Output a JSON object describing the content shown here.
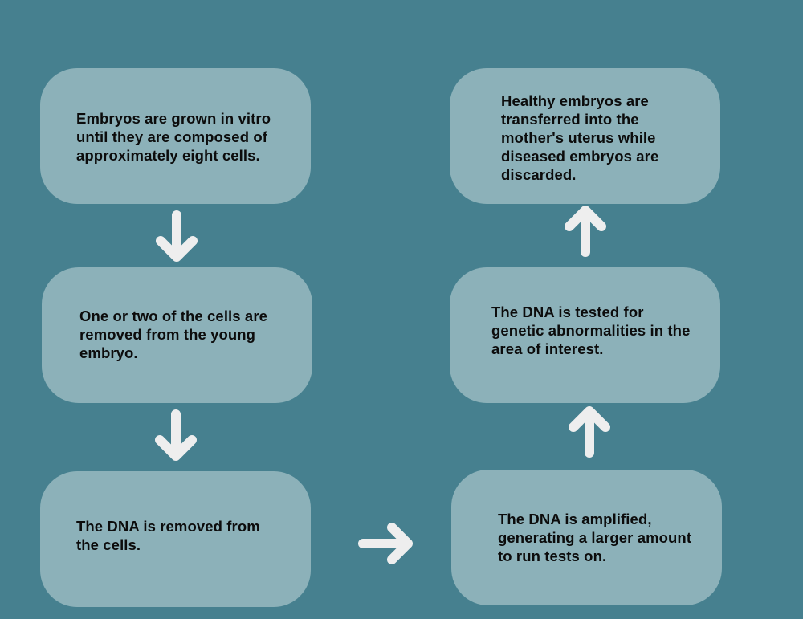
{
  "steps": [
    {
      "text": "Embryos are grown in vitro\nuntil they are composed of\napproximately eight cells."
    },
    {
      "text": "One or two of the cells are\nremoved from the young\nembryo."
    },
    {
      "text": "The DNA is removed from\nthe cells."
    },
    {
      "text": "The DNA is amplified,\ngenerating a larger amount\nto run tests on."
    },
    {
      "text": "The DNA is tested for\ngenetic abnormalities in the\narea of interest."
    },
    {
      "text": "Healthy embryos are\ntransferred into the\nmother's uterus while\ndiseased embryos are\ndiscarded."
    }
  ],
  "colors": {
    "background": "#46808f",
    "box": "#8cb1b9",
    "arrow": "#eeeeee",
    "text": "#0c0c0c"
  }
}
